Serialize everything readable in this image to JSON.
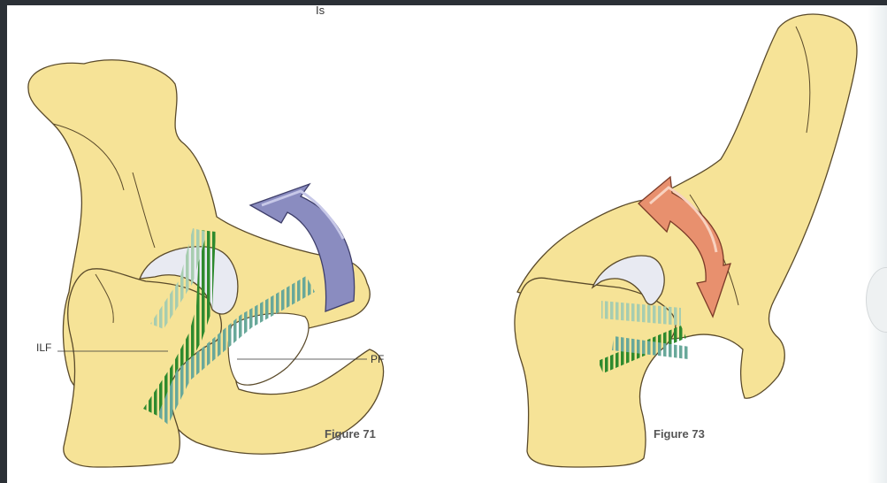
{
  "top_fragment": "Is",
  "left_figure": {
    "caption": "Figure 71",
    "labels": {
      "left": "ILF",
      "right": "PF"
    }
  },
  "right_figure": {
    "caption": "Figure 73"
  },
  "colors": {
    "bone": "#f6e397",
    "outline": "#5a4a2a",
    "cartilage": "#e8eaf2",
    "ligament_dark": "#2e8a2e",
    "ligament_light": "#68a89a",
    "ligament_pale": "#9cc4a4",
    "arrow_purple": "#8a8cc0",
    "arrow_orange": "#e8906e",
    "frame": "#2b3036"
  }
}
